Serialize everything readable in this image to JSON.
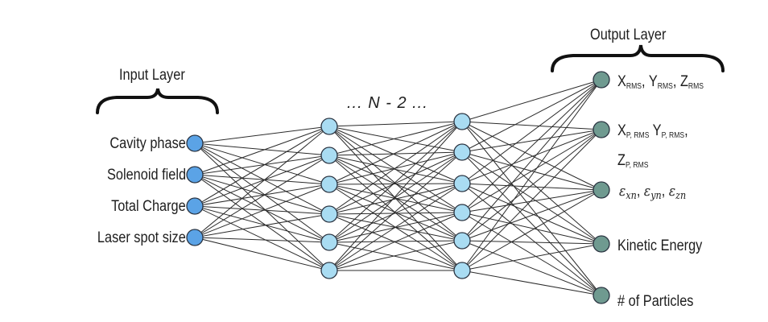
{
  "input_layer": {
    "title": "Input Layer",
    "nodes": [
      "Cavity phase",
      "Solenoid field",
      "Total Charge",
      "Laser spot size"
    ]
  },
  "hidden_layers": {
    "label": "... N - 2 ...",
    "nodes_per_layer": 6,
    "layer_count_shown": 2
  },
  "output_layer": {
    "title": "Output Layer",
    "nodes": {
      "rms_position": {
        "x": "X",
        "x_sub": "RMS",
        "y": "Y",
        "y_sub": "RMS",
        "z": "Z",
        "z_sub": "RMS"
      },
      "rms_momentum": {
        "x": "X",
        "x_sub": "P, RMS",
        "y": "Y",
        "y_sub": "P, RMS",
        "z": "Z",
        "z_sub": "P, RMS"
      },
      "emittance": {
        "symbol": "ε",
        "x_sub": "xn",
        "y_sub": "yn",
        "z_sub": "zn"
      },
      "kinetic_energy": "Kinetic Energy",
      "particles": "# of Particles"
    }
  },
  "colors": {
    "input_node": "#5ba3e6",
    "hidden_node": "#a9dcf2",
    "output_node": "#6f9a90",
    "node_stroke": "#2a3340",
    "edge": "#2b2b2b",
    "text": "#1e1e1e"
  }
}
